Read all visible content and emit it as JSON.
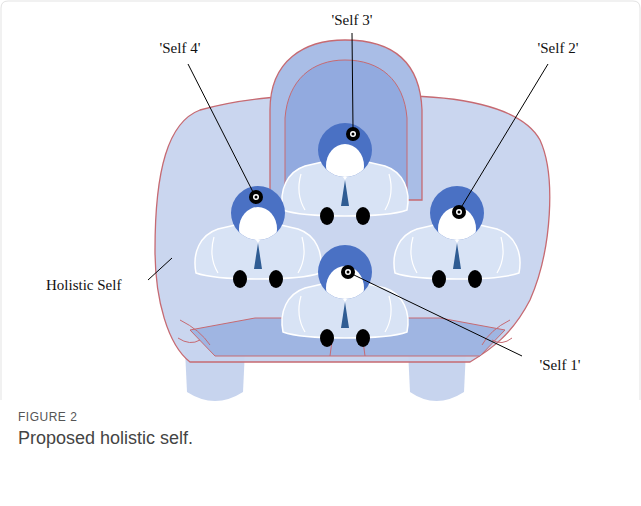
{
  "diagram": {
    "caption": "Proposed holistic self.",
    "labels": [
      "'Self 3'",
      "'Self 4'",
      "'Self 2'",
      "Holistic Self",
      "'Self 1'",
      "FIGURE 2"
    ]
  }
}
